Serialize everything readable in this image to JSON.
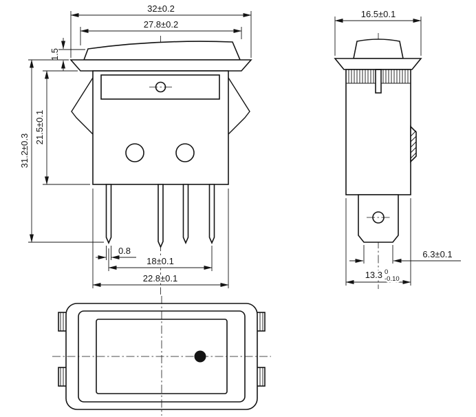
{
  "colors": {
    "line": "#141414",
    "background": "#ffffff"
  },
  "front_view": {
    "flange_width": "32±0.2",
    "rocker_width": "27.8±0.2",
    "rocker_height": "1.5",
    "body_height": "21.5±0.1",
    "overall_height": "31.2±0.3",
    "pin_thickness": "0.8",
    "pin_spacing": "18±0.1",
    "body_width": "22.8±0.1"
  },
  "side_view": {
    "flange_depth": "16.5±0.1",
    "terminal_width": "6.3±0.1",
    "body_depth": "13.3",
    "body_depth_upper_tol": "0",
    "body_depth_lower_tol": "-0.10"
  }
}
